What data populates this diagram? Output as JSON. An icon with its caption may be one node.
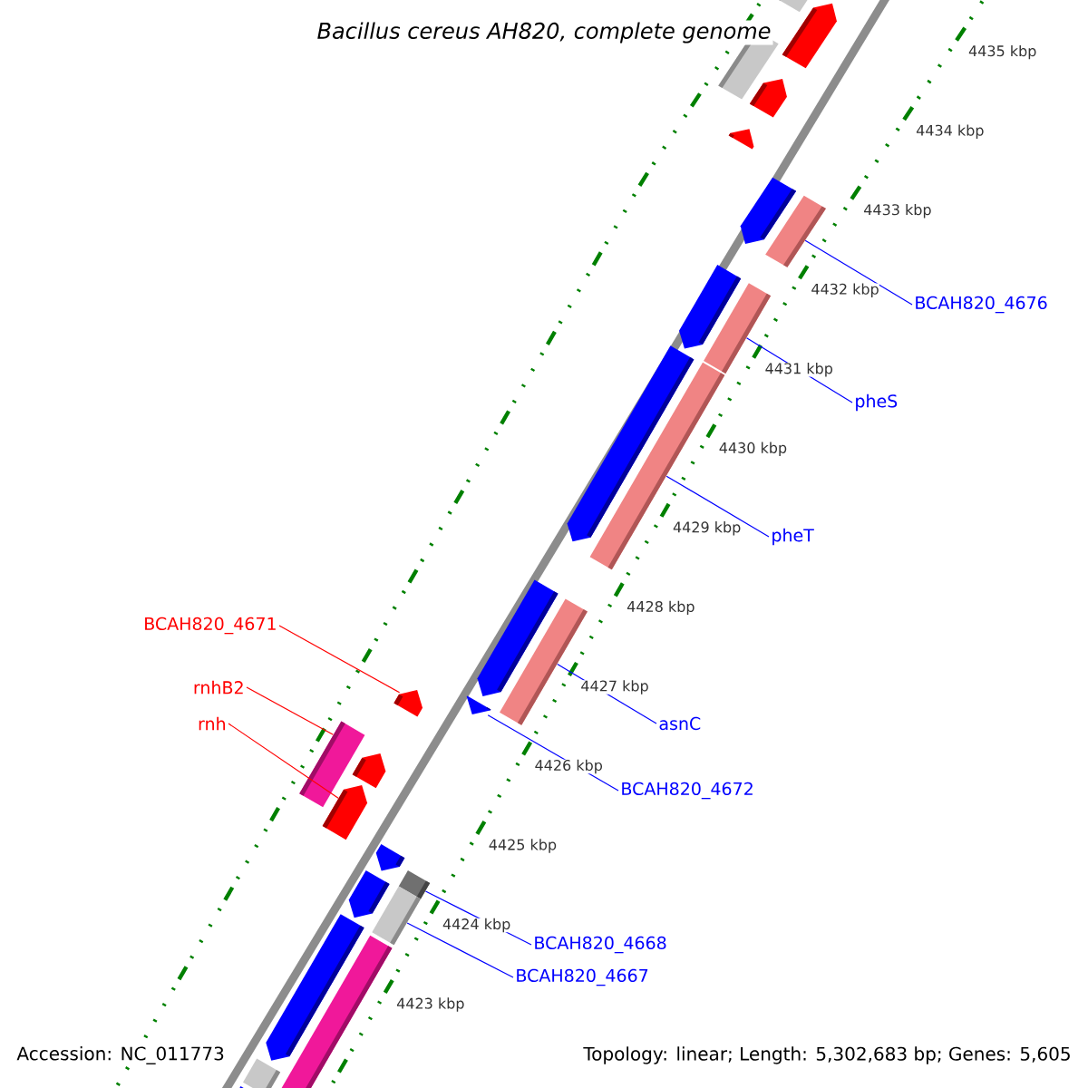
{
  "diagram": {
    "title": "Bacillus cereus AH820, complete genome",
    "nodes": [
      {
        "text": [
          "BCAH820_4676"
        ]
      },
      {
        "text": [
          "pheS"
        ]
      },
      {
        "text": [
          "pheT"
        ]
      },
      {
        "text": [
          "BCAH820_4671"
        ]
      },
      {
        "text": [
          "asnC"
        ]
      },
      {
        "text": [
          "rnhB2"
        ]
      },
      {
        "text": [
          "rnh"
        ]
      },
      {
        "text": [
          "BCAH820_4672"
        ]
      },
      {
        "text": [
          "BCAH820_4668"
        ]
      },
      {
        "text": [
          "BCAH820_4667"
        ]
      },
      {
        "text": [],
        "shape": "bar"
      },
      {
        "text": [],
        "shape": "bar"
      },
      {
        "text": [],
        "shape": "bar"
      },
      {
        "text": [],
        "shape": "arrow"
      },
      {
        "text": [],
        "shape": "bar"
      },
      {
        "text": [],
        "shape": "bar"
      },
      {
        "text": [],
        "shape": "arrow"
      },
      {
        "text": [],
        "shape": "arrow"
      },
      {
        "text": [],
        "shape": "bar"
      },
      {
        "text": [],
        "shape": "bar"
      }
    ],
    "edges": [
      {
        "from": 0,
        "to": 10,
        "arrow": "none"
      },
      {
        "from": 1,
        "to": 11,
        "arrow": "none"
      },
      {
        "from": 2,
        "to": 12,
        "arrow": "none"
      },
      {
        "from": 3,
        "to": 13,
        "arrow": "none",
        "color": "#ff0000"
      },
      {
        "from": 4,
        "to": 14,
        "arrow": "none"
      },
      {
        "from": 5,
        "to": 15,
        "arrow": "none",
        "color": "#ff0000"
      },
      {
        "from": 6,
        "to": 16,
        "arrow": "none",
        "color": "#ff0000"
      },
      {
        "from": 7,
        "to": 17,
        "arrow": "none"
      },
      {
        "from": 8,
        "to": 18,
        "arrow": "none"
      },
      {
        "from": 9,
        "to": 19,
        "arrow": "none"
      }
    ],
    "labels": [
      "4435 kbp",
      "4434 kbp",
      "4433 kbp",
      "4432 kbp",
      "4431 kbp",
      "4430 kbp",
      "4429 kbp",
      "4428 kbp",
      "4427 kbp",
      "4426 kbp",
      "4425 kbp",
      "4424 kbp",
      "4423 kbp",
      "Accession: NC_011773",
      "Topology: linear; Length: 5,302,683 bp; Genes: 5,605"
    ]
  }
}
